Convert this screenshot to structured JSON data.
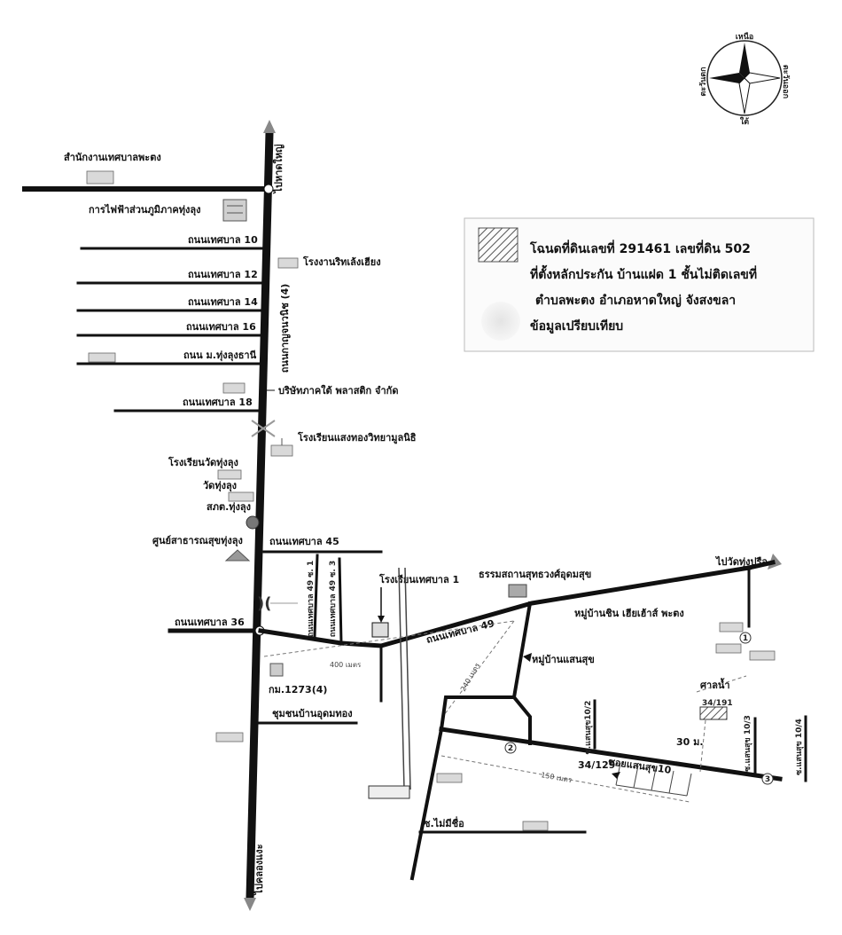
{
  "compass": {
    "north": "เหนือ",
    "south": "ใต้",
    "east": "ตะวันออก",
    "west": "ตะวันตก"
  },
  "legend": {
    "line1": "โฉนดที่ดินเลขที่ 291461 เลขที่ดิน 502",
    "line2": "ที่ตั้งหลักประกัน บ้านแฝด 1 ชั้นไม่ติดเลขที่",
    "line3": "ตำบลพะตง อำเภอหาดใหญ่ จังสงขลา",
    "line4": "ข้อมูลเปรียบเทียบ"
  },
  "labels": {
    "to_hatyai": "ไปหาดใหญ่",
    "to_khlongngae": "ไปคลองแงะ",
    "to_wat": "ไปวัดทุ่งปรือ",
    "municipal_office": "สำนักงานเทศบาลพะตง",
    "electric_office": "การไฟฟ้าส่วนภูมิภาคทุ่งลุง",
    "road10": "ถนนเทศบาล 10",
    "road12": "ถนนเทศบาล 12",
    "road14": "ถนนเทศบาล 14",
    "road16": "ถนนเทศบาล 16",
    "road_mthung": "ถนน ม.ทุ่งลุงธานี",
    "road18": "ถนนเทศบาล 18",
    "main_road": "ถนนกาญจนวนิช (4)",
    "factory": "โรงงานริทเล้งเฮียง",
    "company": "บริษัทภาคใต้ พลาสติก จำกัด",
    "school_saengthong": "โรงเรียนแสงทองวิทยามูลนิธิ",
    "school_watthunglung": "โรงเรียนวัดทุ่งลุง",
    "wat_thunglung": "วัดทุ่งลุง",
    "police": "สภต.ทุ่งลุง",
    "health_center": "ศูนย์สาธารณสุขทุ่งลุง",
    "road45": "ถนนเทศบาล 45",
    "road_soi1": "ถนนเทศบาล 49 ซ. 1",
    "road_soi3": "ถนนเทศบาล 49 ซ. 3",
    "school_municipal1": "โรงเรียนเทศบาล 1",
    "dharma_place": "ธรรมสถานสุทธวงศ์อุดมสุข",
    "road49": "ถนนเทศบาล 49",
    "road36": "ถนนเทศบาล 36",
    "village_saensuk": "หมู่บ้านแสนสุข",
    "village_chin": "หมู่บ้านชิน เฮียเฮ้าส์ พะตง",
    "dist400": "400 เมตร",
    "dist240": "240 เมตร",
    "dist150": "150 เมตร",
    "dist30": "30 ม.",
    "km": "กม.1273(4)",
    "community": "ชุมชนบ้านอุดมทอง",
    "soi_saensuk10_2": "ซ.แสนสุข10/2",
    "soi_saensuk10_3": "ซ.แสนสุข 10/3",
    "soi_saensuk10_4": "ซ.แสนสุข 10/4",
    "soi_saensuk10": "ซอยแสนสุข10",
    "soi_maisiri": "ซ.ไม่มีชื่อ",
    "sala_nam": "ศาลน้ำ",
    "addr_34_191": "34/191",
    "addr_34_129": "34/129",
    "marker1": "1",
    "marker2": "2",
    "marker3": "3"
  },
  "colors": {
    "road": "#111111",
    "hatch": "#555555",
    "house": "#d9d9d9"
  }
}
